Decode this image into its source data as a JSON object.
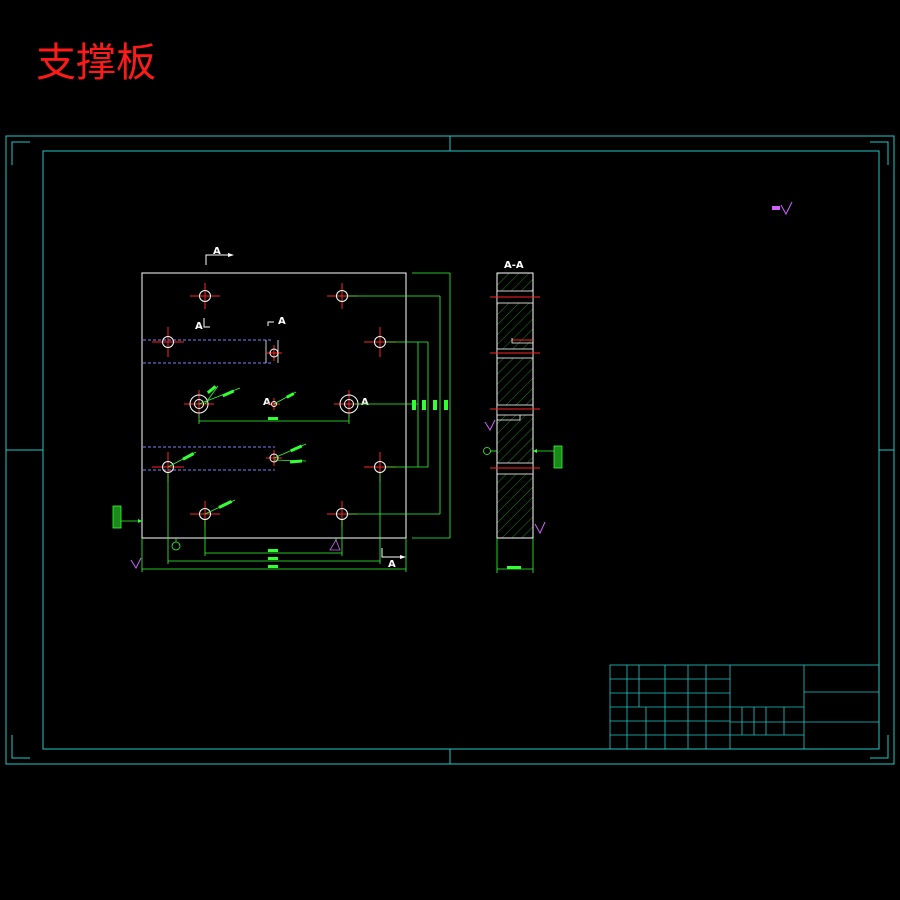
{
  "title": "支撑板",
  "section_labels": {
    "section_a": "A",
    "section_view": "A-A"
  },
  "colors": {
    "background": "#000000",
    "frame": "#22c8c8",
    "outline": "#ffffff",
    "dimension": "#33ff33",
    "center_line": "#ff2222",
    "hole": "#ffffff",
    "hatch": "#1faa1a",
    "title": "#ff1a1a",
    "symbol": "#d060ff",
    "dashed": "#8080ff"
  }
}
